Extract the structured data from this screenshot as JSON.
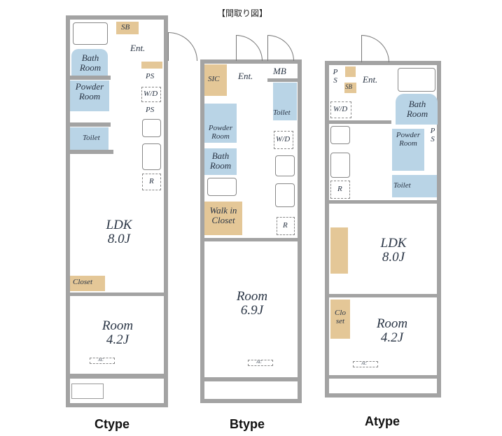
{
  "title": "【間取り図】",
  "plans": {
    "c": {
      "type": "Ctype",
      "sb": "SB",
      "ent": "Ent.",
      "bath": "Bath Room",
      "powder": "Powder Room",
      "toilet": "Toilet",
      "ps1": "PS",
      "wd": "W/D",
      "ps2": "PS",
      "r": "R",
      "ldk": "LDK",
      "ldk_size": "8.0J",
      "closet": "Closet",
      "room": "Room",
      "room_size": "4.2J",
      "ac": "AC"
    },
    "b": {
      "type": "Btype",
      "sic": "SIC",
      "ent": "Ent.",
      "mb": "MB",
      "toilet": "Toilet",
      "powder": "Powder Room",
      "wd": "W/D",
      "bath": "Bath Room",
      "walkin": "Walk in Closet",
      "r": "R",
      "room": "Room",
      "room_size": "6.9J",
      "ac": "AC"
    },
    "a": {
      "type": "Atype",
      "ps1": "P S",
      "sb": "SB",
      "ent": "Ent.",
      "bath": "Bath Room",
      "wd": "W/D",
      "powder": "Powder Room",
      "ps2": "P S",
      "r": "R",
      "toilet": "Toilet",
      "ldk": "LDK",
      "ldk_size": "8.0J",
      "closet": "Clo set",
      "room": "Room",
      "room_size": "4.2J",
      "ac": "AC"
    }
  },
  "colors": {
    "wet_area": "#b9d4e6",
    "storage": "#e4c797",
    "wall": "#a3a3a3"
  }
}
